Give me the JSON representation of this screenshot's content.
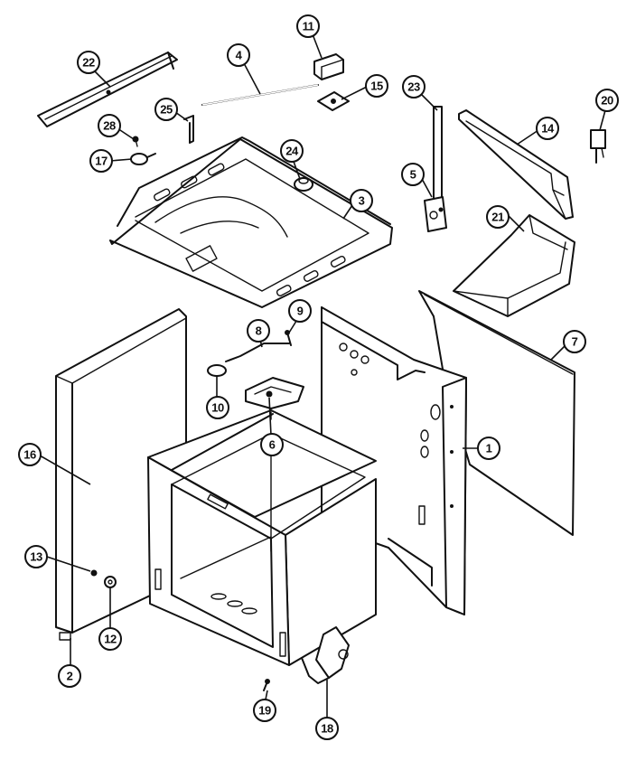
{
  "callouts": [
    {
      "label": "22"
    },
    {
      "label": "4"
    },
    {
      "label": "11"
    },
    {
      "label": "15"
    },
    {
      "label": "23"
    },
    {
      "label": "20"
    },
    {
      "label": "14"
    },
    {
      "label": "25"
    },
    {
      "label": "28"
    },
    {
      "label": "17"
    },
    {
      "label": "24"
    },
    {
      "label": "3"
    },
    {
      "label": "5"
    },
    {
      "label": "21"
    },
    {
      "label": "9"
    },
    {
      "label": "8"
    },
    {
      "label": "7"
    },
    {
      "label": "10"
    },
    {
      "label": "6"
    },
    {
      "label": "1"
    },
    {
      "label": "16"
    },
    {
      "label": "13"
    },
    {
      "label": "12"
    },
    {
      "label": "2"
    },
    {
      "label": "19"
    },
    {
      "label": "18"
    }
  ]
}
